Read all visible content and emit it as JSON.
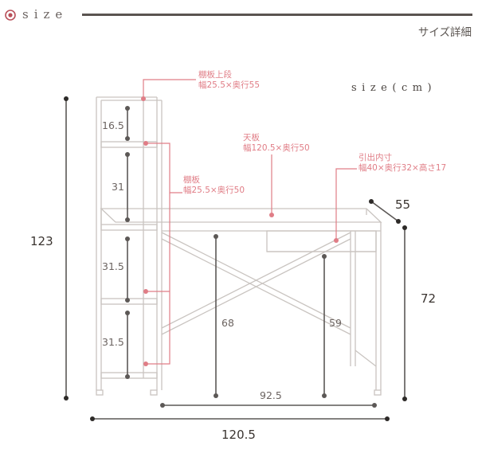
{
  "header": {
    "title": "size",
    "subtitle": "サイズ詳細",
    "unit_label": "size(cm)"
  },
  "colors": {
    "accent": "#e07d86",
    "dim_line": "#5c5856",
    "furniture_line": "#c9c4c0"
  },
  "callouts": {
    "shelf_top_name": "棚板上段",
    "shelf_top_size": "幅25.5×奥行55",
    "shelf_name": "棚板",
    "shelf_size": "幅25.5×奥行50",
    "top_board_name": "天板",
    "top_board_size": "幅120.5×奥行50",
    "drawer_name": "引出内寸",
    "drawer_size": "幅40×奥行32×高さ17"
  },
  "dimensions": {
    "total_height": "123",
    "shelf_gap_1": "16.5",
    "shelf_gap_2": "31",
    "shelf_gap_3": "31.5",
    "shelf_gap_4": "31.5",
    "knee_height_left": "68",
    "knee_height_right": "59",
    "inner_width": "92.5",
    "total_width": "120.5",
    "depth": "55",
    "desk_height": "72"
  }
}
